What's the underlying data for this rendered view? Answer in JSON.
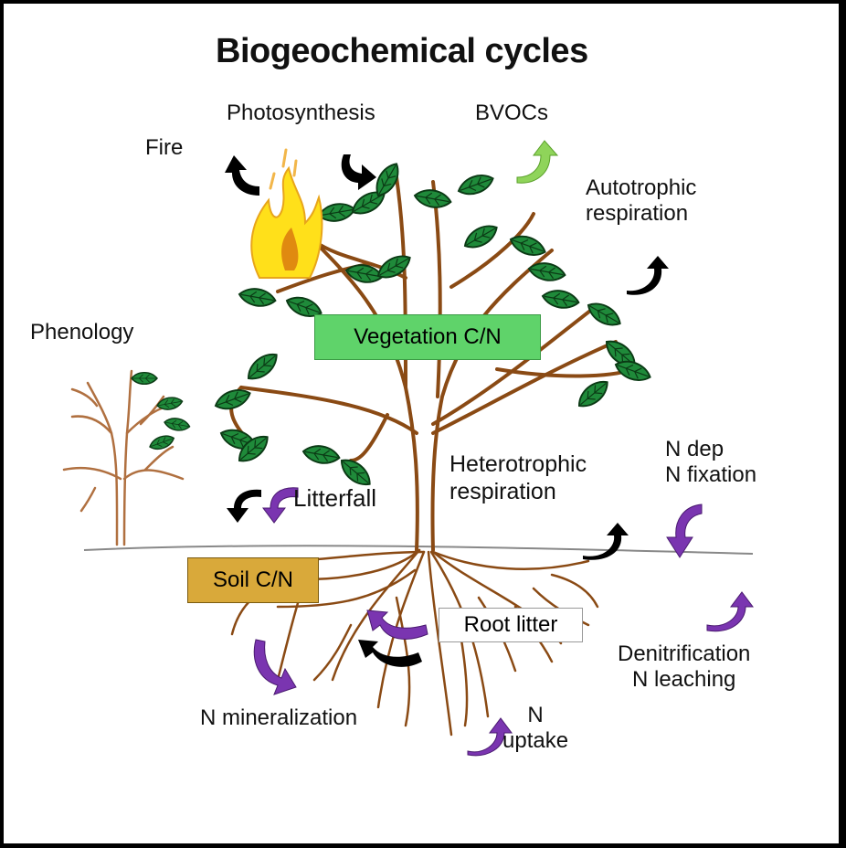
{
  "title": "Biogeochemical cycles",
  "labels": {
    "photosynthesis": "Photosynthesis",
    "bvocs": "BVOCs",
    "fire": "Fire",
    "autotrophic_line1": "Autotrophic",
    "autotrophic_line2": "respiration",
    "phenology": "Phenology",
    "litterfall": "Litterfall",
    "heterotrophic_line1": "Heterotrophic",
    "heterotrophic_line2": "respiration",
    "ndep_line1": "N dep",
    "ndep_line2": "N fixation",
    "n_mineralization": "N mineralization",
    "n_uptake_line1": "N",
    "n_uptake_line2": "uptake",
    "denitrification_line1": "Denitrification",
    "denitrification_line2": "N leaching"
  },
  "boxes": {
    "vegetation": {
      "label": "Vegetation C/N",
      "fill": "#5fd36a"
    },
    "soil": {
      "label": "Soil C/N",
      "fill": "#d9a93a"
    },
    "root_litter": {
      "label": "Root litter",
      "fill": "#ffffff"
    }
  },
  "colors": {
    "carbon_flux": "#000000",
    "nitrogen_flux": "#7a35b0",
    "bvoc_flux": "#8fd45a",
    "leaf": "#1f8a3a",
    "branch": "#8a4a14",
    "ground": "#888888"
  }
}
